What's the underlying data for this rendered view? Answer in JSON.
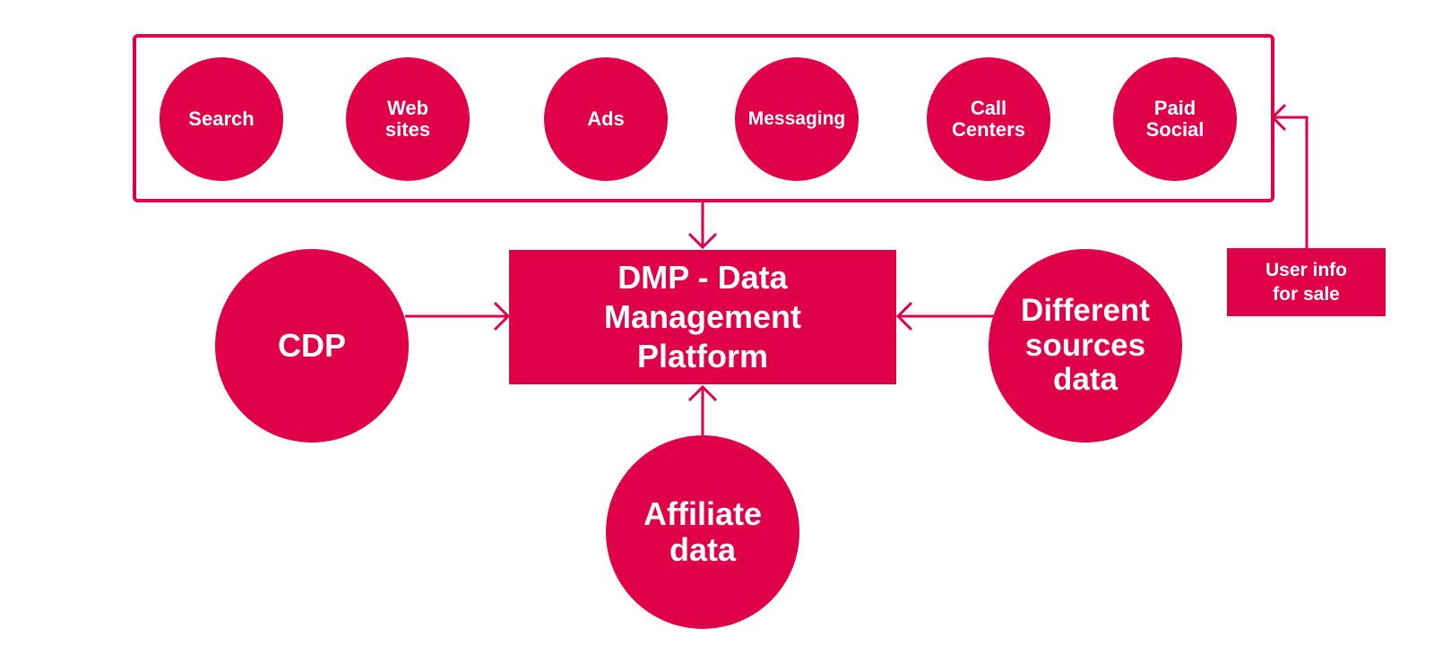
{
  "colors": {
    "accent": "#e0004a",
    "background": "#ffffff",
    "text_on_accent": "#ffffff"
  },
  "channels": [
    {
      "label": "Search"
    },
    {
      "label": "Web\nsites"
    },
    {
      "label": "Ads"
    },
    {
      "label": "Messaging"
    },
    {
      "label": "Call\nCenters"
    },
    {
      "label": "Paid\nSocial"
    }
  ],
  "center": {
    "label": "DMP - Data\nManagement\nPlatform"
  },
  "sources": {
    "cdp": {
      "label": "CDP"
    },
    "different_sources": {
      "label": "Different\nsources\ndata"
    },
    "affiliate": {
      "label": "Affiliate\ndata"
    }
  },
  "side_box": {
    "label": "User info\nfor sale"
  },
  "connections": [
    {
      "from": "channels",
      "to": "center"
    },
    {
      "from": "cdp",
      "to": "center"
    },
    {
      "from": "different_sources",
      "to": "center"
    },
    {
      "from": "affiliate",
      "to": "center"
    },
    {
      "from": "side_box",
      "to": "channels"
    }
  ]
}
